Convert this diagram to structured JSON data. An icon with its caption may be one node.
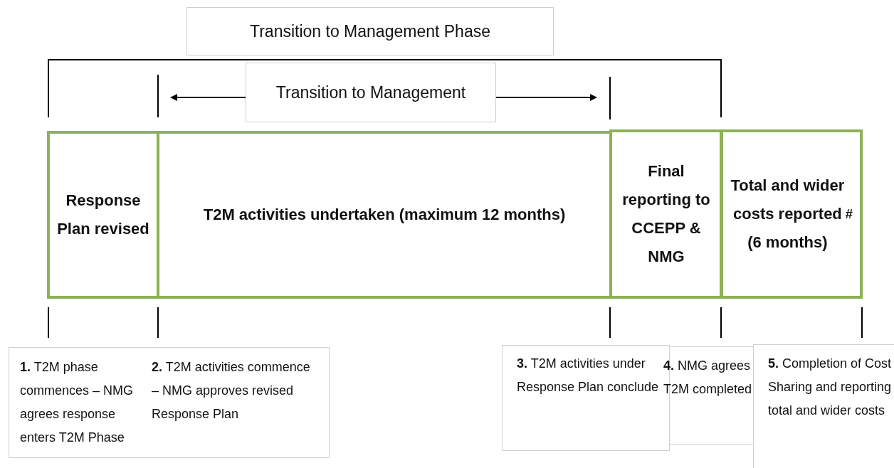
{
  "diagram": {
    "nodes": [
      {
        "text": [
          "Transition to Management Phase"
        ]
      },
      {
        "text": [
          "Transition to Management"
        ]
      },
      {
        "text": [
          "Response Plan revised"
        ]
      },
      {
        "text": [
          "T2M activities undertaken (maximum 12 months)"
        ]
      },
      {
        "text": [
          "Final reporting to CCEPP & NMG"
        ]
      },
      {
        "text": [
          "Total and wider costs reported (6 months)$^{#}$"
        ]
      },
      {
        "text": [
          "**1.** T2M phase commences – NMG agrees response enters T2M Phase"
        ]
      },
      {
        "text": [
          "**2.** T2M activities commence – NMG approves revised Response Plan"
        ]
      },
      {
        "text": [
          "**3.** T2M activities under Response Plan conclude"
        ]
      },
      {
        "text": [
          "**4.** NMG agrees T2M completed"
        ]
      },
      {
        "text": [
          "**5.** Completion of Cost Sharing and reporting total and wider costs"
        ]
      }
    ]
  }
}
